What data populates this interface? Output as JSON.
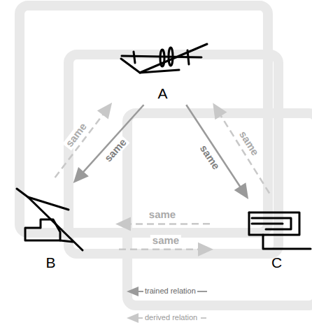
{
  "diagram": {
    "nodes": [
      {
        "text": [
          "A"
        ]
      },
      {
        "text": [
          "B"
        ]
      },
      {
        "text": [
          "C"
        ]
      }
    ],
    "edges": [
      {
        "from": 0,
        "to": 1,
        "arrow": "to",
        "label": "same"
      },
      {
        "from": 0,
        "to": 2,
        "arrow": "to",
        "label": "same"
      },
      {
        "from": 1,
        "to": 0,
        "arrow": "to",
        "label": "same"
      },
      {
        "from": 2,
        "to": 0,
        "arrow": "to",
        "label": "same"
      },
      {
        "from": 2,
        "to": 1,
        "arrow": "to",
        "label": "same"
      },
      {
        "from": 1,
        "to": 2,
        "arrow": "to",
        "label": "same"
      }
    ],
    "legend": [
      {
        "text": "trained relation"
      },
      {
        "text": "derived relation"
      }
    ]
  }
}
